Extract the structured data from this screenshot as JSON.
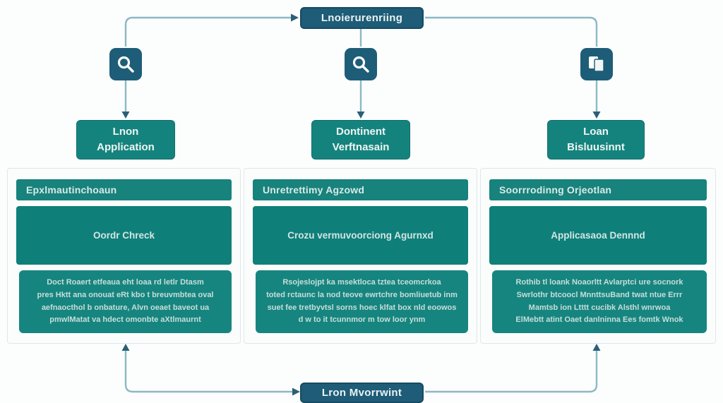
{
  "colors": {
    "node_dark_blue": "#1e5c77",
    "teal_box": "#15837d",
    "teal_header": "#18827c",
    "teal_main": "#0f7f79",
    "teal_body": "#17857f",
    "connector_line": "#8bb9c5",
    "arrowhead": "#2a6076",
    "panel_bg": "#fbfdfd",
    "panel_border": "#dde7ea"
  },
  "top_node": {
    "label": "Lnoierurenriing"
  },
  "bottom_node": {
    "label": "Lron Mvorrwint"
  },
  "stages": [
    {
      "icon": "magnifier-icon",
      "label_line1": "Lnon",
      "label_line2": "Application",
      "panel": {
        "header": "Epxlmautinchoaun",
        "main": "Oordr Chreck",
        "body_lines": [
          "Doct Roaert etfeaua eht loaa rd letlr Dtasm",
          "pres Hktt ana onouat eRt kbo t breuvmbtea oval",
          "aefnaocthol b onbature, Alvn oeaet baveot ua",
          "pmwlMatat va hdect omonbte aXtlmaurnt"
        ]
      }
    },
    {
      "icon": "magnifier-icon",
      "label_line1": "Dontinent",
      "label_line2": "Verftnasain",
      "panel": {
        "header": "Unretrettimy Agzowd",
        "main": "Crozu vermuvoorciong Agurnxd",
        "body_lines": [
          "Rsojeslojpt ka msektloca tztea tceomcrkoa",
          "toted rctaunc la nod teove ewrtchre bomliuetub inm",
          "suet fee tretbyvtsl sorns hoec klfat box nld eoowos",
          "d w to it tcunnmor m tow loor ynm"
        ]
      }
    },
    {
      "icon": "document-pages-icon",
      "label_line1": "Loan",
      "label_line2": "Bisluusinnt",
      "panel": {
        "header": "Soorrrodinng Orjeotlan",
        "main": "Applicasaoa Dennnd",
        "body_lines": [
          "Rothib tl loank Noaorltt Avlarptci ure socnork",
          "Swrlothr btcoocl MnnttsuBand twat ntue Errr",
          "Mamtsb ion Ltttt cucibk Alsthl wnrwoa",
          "ElMebtt atint Oaet danlninna Ees fomtk Wnok"
        ]
      }
    }
  ]
}
